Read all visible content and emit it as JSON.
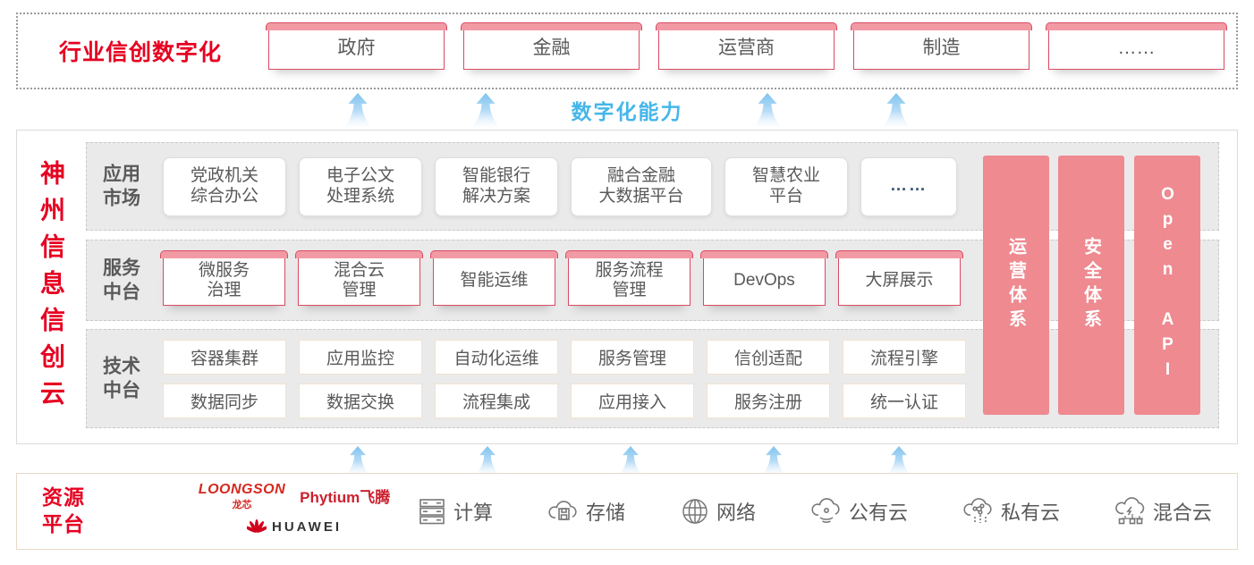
{
  "industry_section": {
    "label": "行业信创数字化",
    "items": [
      "政府",
      "金融",
      "运营商",
      "制造",
      "……"
    ]
  },
  "capability_label": "数字化能力",
  "platform_section": {
    "title": "神州信息信创云",
    "rows": [
      {
        "label": "应用\n市场",
        "items": [
          "党政机关\n综合办公",
          "电子公文\n处理系统",
          "智能银行\n解决方案",
          "融合金融\n大数据平台",
          "智慧农业\n平台",
          "……"
        ]
      },
      {
        "label": "服务\n中台",
        "items": [
          "微服务\n治理",
          "混合云\n管理",
          "智能运维",
          "服务流程\n管理",
          "DevOps",
          "大屏展示"
        ]
      },
      {
        "label": "技术\n中台",
        "items_top": [
          "容器集群",
          "应用监控",
          "自动化运维",
          "服务管理",
          "信创适配",
          "流程引擎"
        ],
        "items_bottom": [
          "数据同步",
          "数据交换",
          "流程集成",
          "应用接入",
          "服务注册",
          "统一认证"
        ]
      }
    ],
    "pillars": [
      "运营体系",
      "安全体系",
      "Open API"
    ]
  },
  "resource_section": {
    "label": "资源\n平台",
    "vendors": {
      "loongson": "LOONGSON",
      "loongson_sub": "龙芯",
      "phytium": "Phytium飞腾",
      "huawei": "HUAWEI"
    },
    "items": [
      {
        "icon": "compute-icon",
        "label": "计算"
      },
      {
        "icon": "storage-icon",
        "label": "存储"
      },
      {
        "icon": "network-icon",
        "label": "网络"
      },
      {
        "icon": "public-cloud-icon",
        "label": "公有云"
      },
      {
        "icon": "private-cloud-icon",
        "label": "私有云"
      },
      {
        "icon": "hybrid-cloud-icon",
        "label": "混合云"
      }
    ]
  },
  "colors": {
    "accent_red": "#e60021",
    "tab_border": "#d94b63",
    "tab_strip": "#f29aa4",
    "pillar_pink": "#ee8a90",
    "capability_blue": "#45b6ea",
    "row_gray": "#eaeaea",
    "text_gray": "#595959"
  }
}
